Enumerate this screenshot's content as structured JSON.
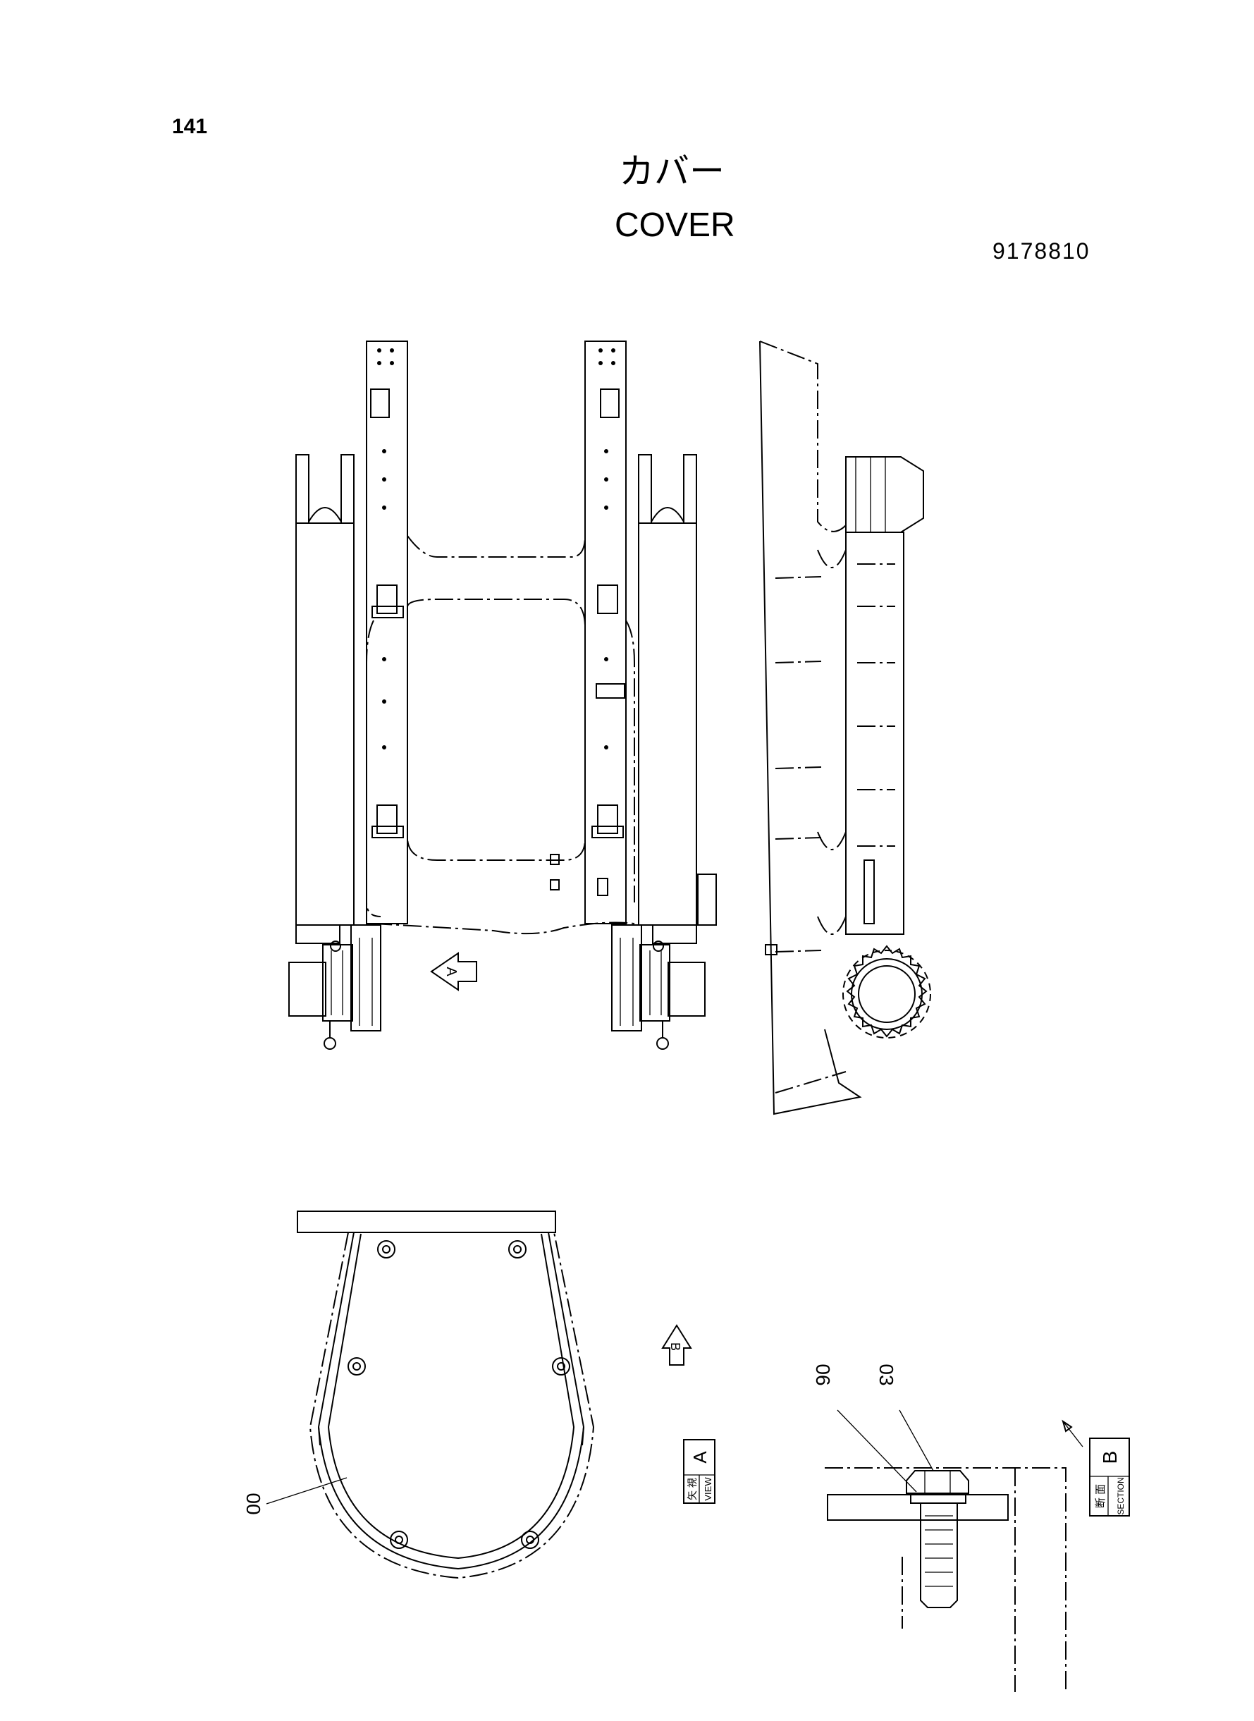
{
  "header": {
    "page_number": "141",
    "title_jp": "カバー",
    "title_en": "COVER",
    "part_number": "9178810"
  },
  "diagram": {
    "arrow_a_letter": "A",
    "arrow_b_letter": "B",
    "view_label": {
      "jp": "矢 視",
      "en": "VIEW",
      "letter": "A"
    },
    "section_label": {
      "jp": "断 面",
      "en": "SECTION",
      "letter": "B"
    },
    "callouts": [
      "00",
      "06",
      "03"
    ]
  }
}
